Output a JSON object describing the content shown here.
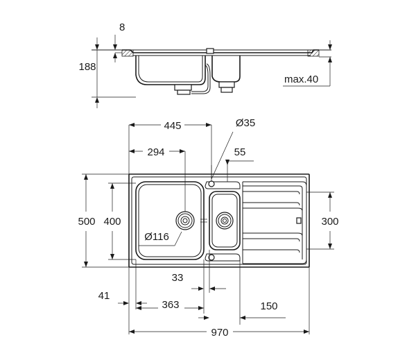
{
  "dimensions": {
    "flange_offset": "8",
    "total_depth": "188",
    "max_thickness": "max.40",
    "drain_center_distance": "445",
    "tap_hole": "Ø35",
    "main_bowl_center": "294",
    "tap_offset": "55",
    "overall_depth": "500",
    "bowl_depth": "400",
    "drainer_depth": "300",
    "waste_diameter": "Ø116",
    "divider_width": "33",
    "edge_offset": "41",
    "main_bowl_width": "363",
    "small_bowl_width": "150",
    "overall_width": "970"
  }
}
